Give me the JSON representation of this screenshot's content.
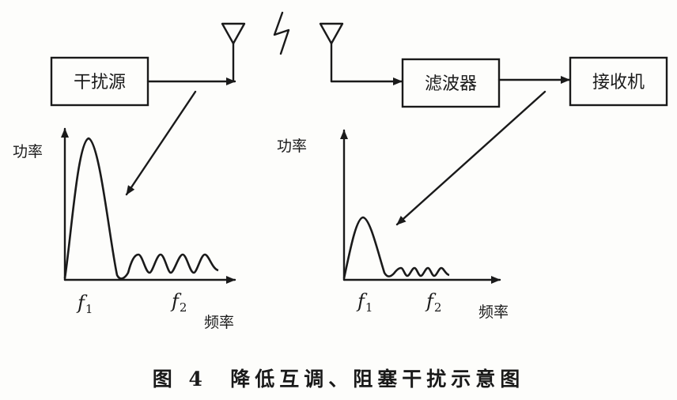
{
  "blocks": {
    "interference_source": "干扰源",
    "filter": "滤波器",
    "receiver": "接收机"
  },
  "left_plot": {
    "y_label": "功率",
    "x_label": "频率",
    "f1_main": "f",
    "f1_sub": "1",
    "f2_main": "f",
    "f2_sub": "2"
  },
  "right_plot": {
    "y_label": "功率",
    "x_label": "频率",
    "f1_main": "f",
    "f1_sub": "1",
    "f2_main": "f",
    "f2_sub": "2"
  },
  "caption": "图 4  降低互调、阻塞干扰示意图",
  "colors": {
    "ink": "#1a1a1a",
    "paper": "#fdfdfb"
  }
}
